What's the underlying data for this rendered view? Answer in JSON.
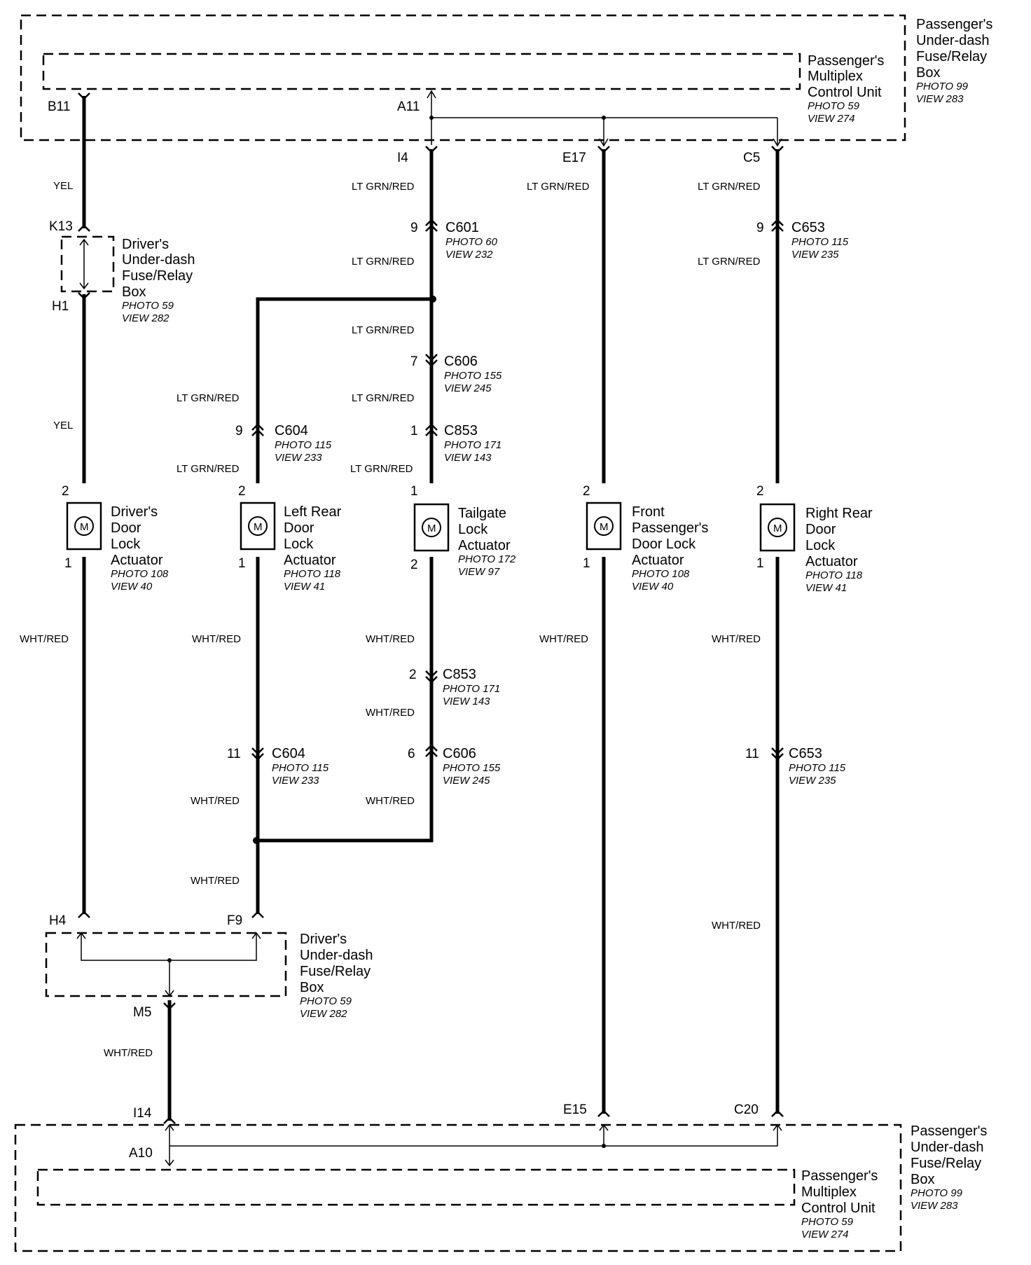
{
  "components": {
    "top_box": {
      "lines": [
        "Passenger's",
        "Under-dash",
        "Fuse/Relay",
        "Box"
      ],
      "refs": [
        "PHOTO 99",
        "VIEW 283"
      ]
    },
    "top_mcu": {
      "lines": [
        "Passenger's",
        "Multiplex",
        "Control Unit"
      ],
      "refs": [
        "PHOTO 59",
        "VIEW 274"
      ]
    },
    "mid_box_upper": {
      "lines": [
        "Driver's",
        "Under-dash",
        "Fuse/Relay",
        "Box"
      ],
      "refs": [
        "PHOTO 59",
        "VIEW 282"
      ]
    },
    "mid_box_lower": {
      "lines": [
        "Driver's",
        "Under-dash",
        "Fuse/Relay",
        "Box"
      ],
      "refs": [
        "PHOTO 59",
        "VIEW 282"
      ]
    },
    "bottom_box": {
      "lines": [
        "Passenger's",
        "Under-dash",
        "Fuse/Relay",
        "Box"
      ],
      "refs": [
        "PHOTO 99",
        "VIEW 283"
      ]
    },
    "bottom_mcu": {
      "lines": [
        "Passenger's",
        "Multiplex",
        "Control Unit"
      ],
      "refs": [
        "PHOTO 59",
        "VIEW 274"
      ]
    }
  },
  "actuators": [
    {
      "name": [
        "Driver's",
        "Door",
        "Lock",
        "Actuator"
      ],
      "refs": [
        "PHOTO 108",
        "VIEW 40"
      ],
      "pin_top": "2",
      "pin_bottom": "1"
    },
    {
      "name": [
        "Left Rear",
        "Door",
        "Lock",
        "Actuator"
      ],
      "refs": [
        "PHOTO 118",
        "VIEW 41"
      ],
      "pin_top": "2",
      "pin_bottom": "1"
    },
    {
      "name": [
        "Tailgate",
        "Lock",
        "Actuator"
      ],
      "refs": [
        "PHOTO 172",
        "VIEW 97"
      ],
      "pin_top": "1",
      "pin_bottom": "2"
    },
    {
      "name": [
        "Front",
        "Passenger's",
        "Door Lock",
        "Actuator"
      ],
      "refs": [
        "PHOTO 108",
        "VIEW 40"
      ],
      "pin_top": "2",
      "pin_bottom": "1"
    },
    {
      "name": [
        "Right Rear",
        "Door",
        "Lock",
        "Actuator"
      ],
      "refs": [
        "PHOTO 118",
        "VIEW 41"
      ],
      "pin_top": "2",
      "pin_bottom": "1"
    }
  ],
  "motor_symbol": "M",
  "pins": {
    "b11": "B11",
    "a11": "A11",
    "i4": "I4",
    "e17": "E17",
    "c5": "C5",
    "k13": "K13",
    "h1": "H1",
    "h4": "H4",
    "f9": "F9",
    "m5": "M5",
    "i14": "I14",
    "a10": "A10",
    "e15": "E15",
    "c20": "C20"
  },
  "connectors": [
    {
      "id": "C601",
      "pin": "9",
      "refs": [
        "PHOTO 60",
        "VIEW 232"
      ]
    },
    {
      "id": "C653",
      "pin": "9",
      "refs": [
        "PHOTO 115",
        "VIEW 235"
      ]
    },
    {
      "id": "C606",
      "pin": "7",
      "refs": [
        "PHOTO 155",
        "VIEW 245"
      ]
    },
    {
      "id": "C604",
      "pin": "9",
      "refs": [
        "PHOTO 115",
        "VIEW 233"
      ]
    },
    {
      "id": "C853",
      "pin": "1",
      "refs": [
        "PHOTO 171",
        "VIEW 143"
      ]
    },
    {
      "id": "C853",
      "pin": "2",
      "refs": [
        "PHOTO 171",
        "VIEW 143"
      ]
    },
    {
      "id": "C604",
      "pin": "11",
      "refs": [
        "PHOTO 115",
        "VIEW 233"
      ]
    },
    {
      "id": "C606",
      "pin": "6",
      "refs": [
        "PHOTO 155",
        "VIEW 245"
      ]
    },
    {
      "id": "C653",
      "pin": "11",
      "refs": [
        "PHOTO 115",
        "VIEW 235"
      ]
    }
  ],
  "wire_colors": {
    "yel": "YEL",
    "lt_grn_red": "LT GRN/RED",
    "wht_red": "WHT/RED"
  }
}
